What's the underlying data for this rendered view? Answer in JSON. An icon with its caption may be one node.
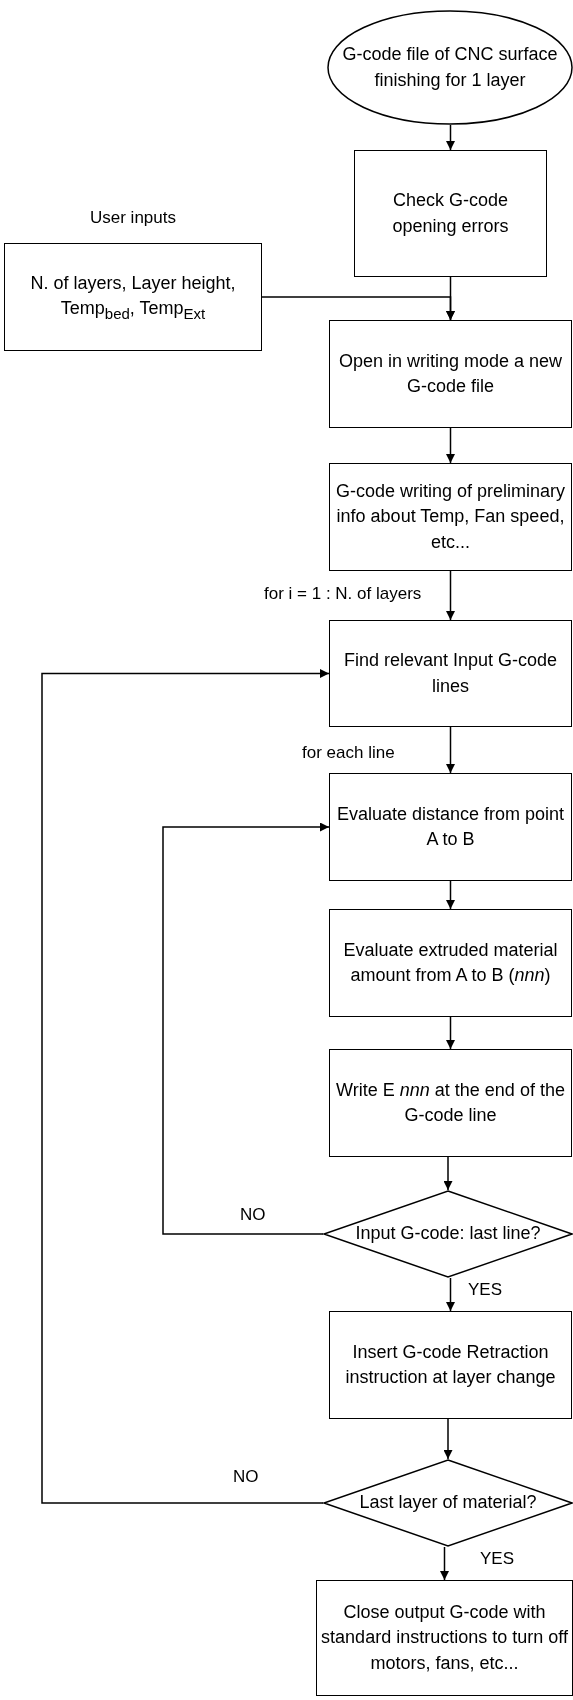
{
  "diagram": {
    "nodes": [
      {
        "text": [
          "G-code file of CNC surface finishing for 1 layer"
        ]
      },
      {
        "text": [
          "Check G-code opening errors"
        ]
      },
      {
        "text": [
          "User inputs",
          "N. of layers, Layer height, Temp$_{bed}$, Temp$_{Ext}$"
        ]
      },
      {
        "text": [
          "Open in writing mode a new G-code file"
        ]
      },
      {
        "text": [
          "G-code writing of preliminary info about Temp, Fan speed, etc..."
        ]
      },
      {
        "text": [
          "Find relevant Input G-code lines"
        ]
      },
      {
        "text": [
          "Evaluate distance from point A to B"
        ]
      },
      {
        "text": [
          "Evaluate extruded material amount from A to B (*nnn*)"
        ]
      },
      {
        "text": [
          "Write E *nnn* at the end of the G-code line"
        ]
      },
      {
        "text": [
          "Input G-code: last line?"
        ]
      },
      {
        "text": [
          "Insert G-code Retraction instruction at layer change"
        ]
      },
      {
        "text": [
          "Last layer of material?"
        ]
      },
      {
        "text": [
          "Close output G-code with standard instructions to turn off motors, fans, etc..."
        ]
      }
    ],
    "edges": [
      {
        "from": 0,
        "to": 1,
        "arrow": "to"
      },
      {
        "from": 1,
        "to": 3,
        "arrow": "to"
      },
      {
        "from": 2,
        "to": 3,
        "arrow": "to"
      },
      {
        "from": 3,
        "to": 4,
        "arrow": "to"
      },
      {
        "from": 4,
        "to": 5,
        "arrow": "to",
        "label": "for i = 1 : N. of layers"
      },
      {
        "from": 5,
        "to": 6,
        "arrow": "to",
        "label": "for each line"
      },
      {
        "from": 6,
        "to": 7,
        "arrow": "to"
      },
      {
        "from": 7,
        "to": 8,
        "arrow": "to"
      },
      {
        "from": 8,
        "to": 9,
        "arrow": "to"
      },
      {
        "from": 9,
        "to": 6,
        "arrow": "to",
        "label": "NO"
      },
      {
        "from": 9,
        "to": 10,
        "arrow": "to",
        "label": "YES"
      },
      {
        "from": 10,
        "to": 11,
        "arrow": "to"
      },
      {
        "from": 11,
        "to": 5,
        "arrow": "to",
        "label": "NO"
      },
      {
        "from": 11,
        "to": 12,
        "arrow": "to",
        "label": "YES"
      }
    ]
  }
}
